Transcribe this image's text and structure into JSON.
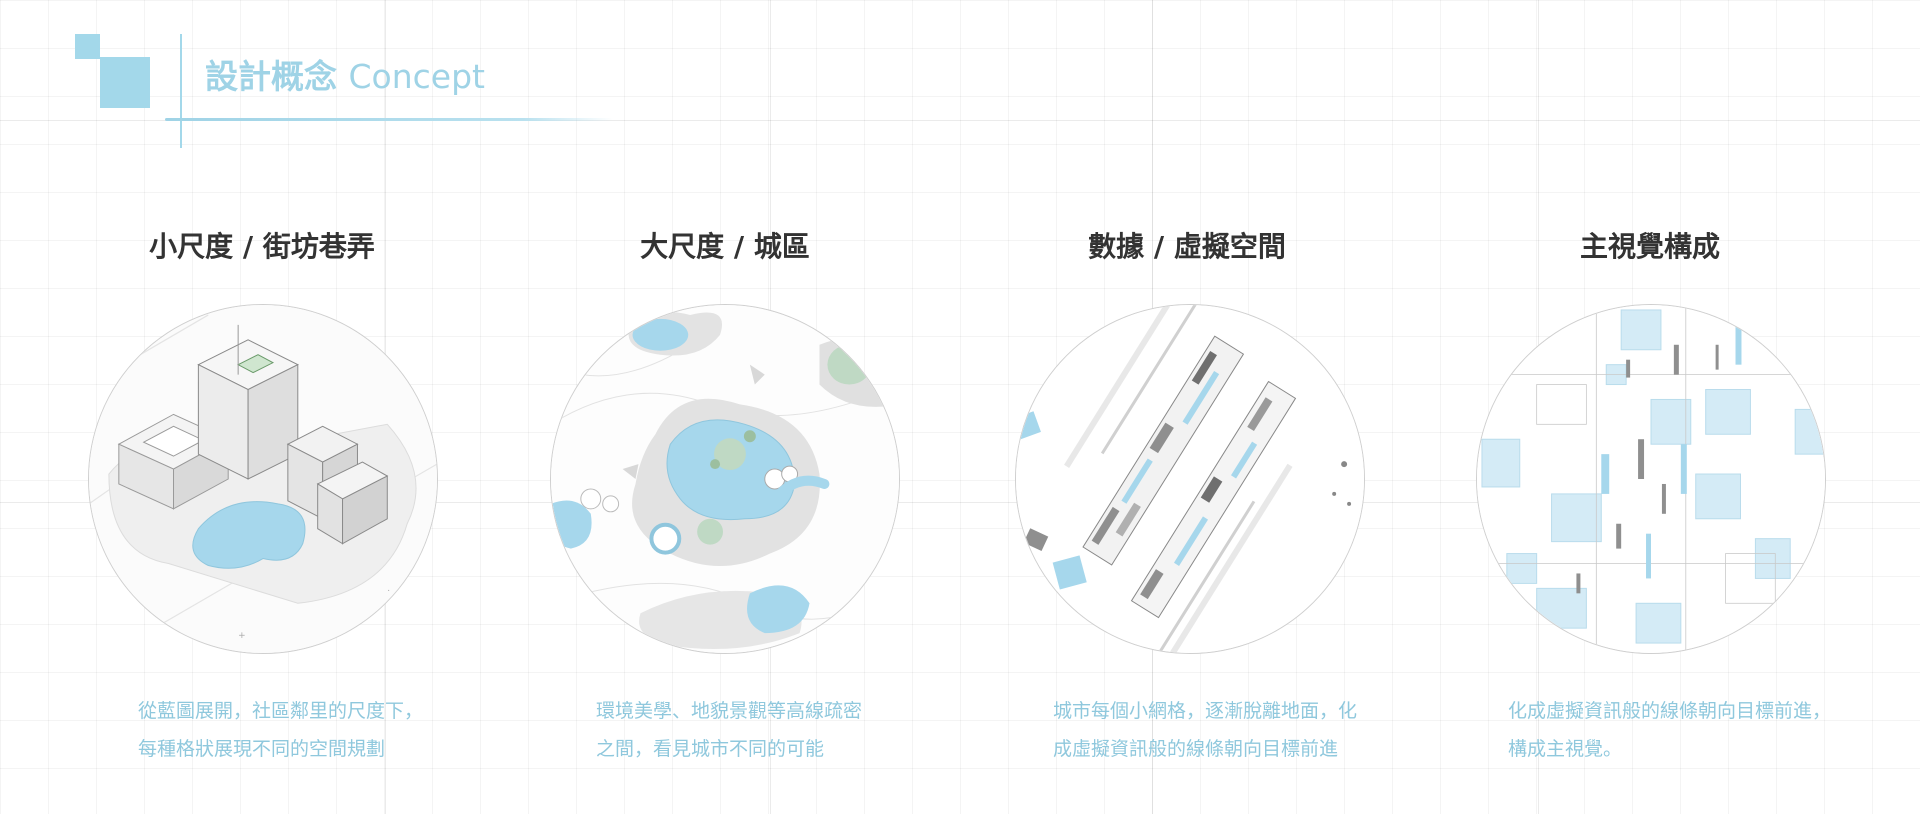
{
  "header": {
    "title_cn": "設計概念",
    "title_en": "Concept"
  },
  "colors": {
    "accent": "#a3d8ea",
    "heading": "#333333",
    "description": "#8fc8dd",
    "water": "#a6d7ec",
    "green": "#bfd9c4"
  },
  "concepts": [
    {
      "heading": "小尺度 / 街坊巷弄",
      "image_icon": "isometric-buildings-pool",
      "desc_line1": "從藍圖展開，社區鄰里的尺度下，",
      "desc_line2": "每種格狀展現不同的空間規劃"
    },
    {
      "heading": "大尺度 / 城區",
      "image_icon": "landscape-ponds-plan",
      "desc_line1": "環境美學、地貌景觀等高線疏密",
      "desc_line2": "之間，看見城市不同的可能"
    },
    {
      "heading": "數據 / 虛擬空間",
      "image_icon": "diagonal-data-strips",
      "desc_line1": "城市每個小網格，逐漸脫離地面，化",
      "desc_line2": "成虛擬資訊般的線條朝向目標前進"
    },
    {
      "heading": "主視覺構成",
      "image_icon": "blue-blocks-composition",
      "desc_line1": "化成虛擬資訊般的線條朝向目標前進，",
      "desc_line2": "構成主視覺。"
    }
  ]
}
